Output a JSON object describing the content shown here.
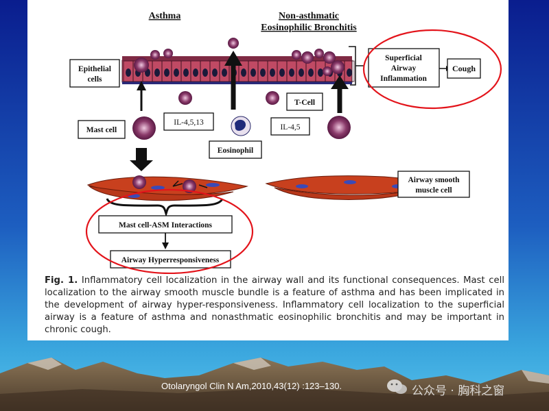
{
  "figure": {
    "heading_asthma": "Asthma",
    "heading_neab_line1": "Non-asthmatic",
    "heading_neab_line2": "Eosinophilic Bronchitis",
    "labels": {
      "epithelial_line1": "Epithelial",
      "epithelial_line2": "cells",
      "superficial_line1": "Superficial",
      "superficial_line2": "Airway",
      "superficial_line3": "Inflammation",
      "cough": "Cough",
      "mast_cell": "Mast cell",
      "il_4513": "IL-4,5,13",
      "t_cell": "T-Cell",
      "il_45": "IL-4,5",
      "eosinophil": "Eosinophil",
      "asm_line1": "Airway smooth",
      "asm_line2": "muscle cell",
      "mast_asm": "Mast cell-ASM Interactions",
      "hyperresponsiveness": "Airway Hyperresponsiveness"
    },
    "caption_prefix": "Fig. 1.",
    "caption_text": " Inflammatory cell localization in the airway wall and its functional consequences. Mast cell localization to the airway smooth muscle bundle is a feature of asthma and has been implicated in the development of airway hyper-responsiveness. Inflammatory cell localization to the superficial airway is a feature of asthma and nonasthmatic eosinophilic bronchitis and may be important in chronic cough."
  },
  "citation": "Otolaryngol Clin N Am,2010,43(12) :123–130.",
  "watermark": "公众号 · 胸科之窗",
  "colors": {
    "highlight_circle": "#e3141b",
    "epithelium": "#b8405a",
    "smooth_muscle": "#c8401e",
    "sky_top": "#0c1f8c",
    "mountains": "#6e5a44"
  }
}
